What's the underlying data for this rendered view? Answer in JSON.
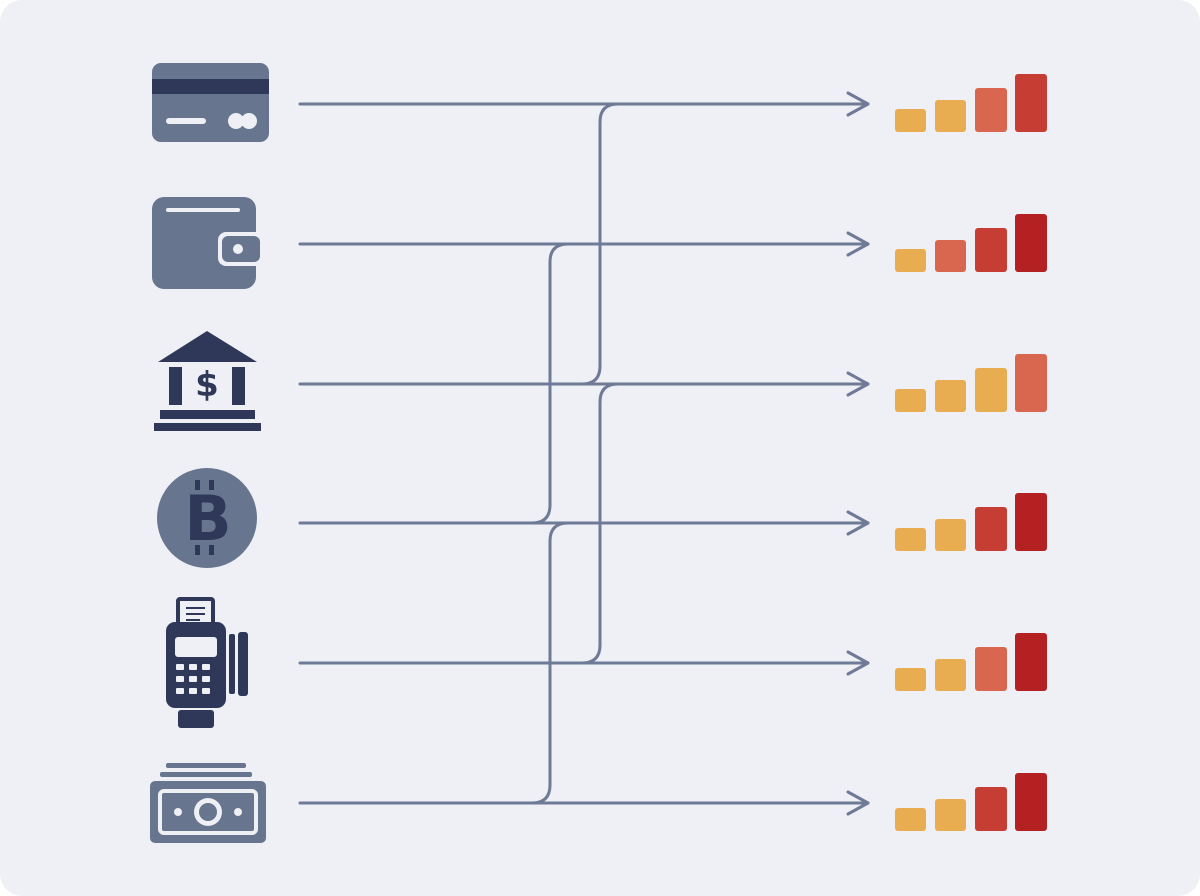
{
  "colors": {
    "panel_background": "#eef0f5",
    "icon_light": "#68758f",
    "icon_dark": "#2f3858",
    "connector": "#6f7a96",
    "risk_levels": [
      "#e8ad51",
      "#d9674f",
      "#c63d33",
      "#b32123"
    ]
  },
  "rows": [
    {
      "icon": "credit-card-icon",
      "bar_colors": [
        "#e8ad51",
        "#e8ad51",
        "#d9674f",
        "#c63d33"
      ]
    },
    {
      "icon": "wallet-icon",
      "bar_colors": [
        "#e8ad51",
        "#d9674f",
        "#c63d33",
        "#b32123"
      ]
    },
    {
      "icon": "bank-icon",
      "bar_colors": [
        "#e8ad51",
        "#e8ad51",
        "#e8ad51",
        "#d9674f"
      ]
    },
    {
      "icon": "bitcoin-icon",
      "bar_colors": [
        "#e8ad51",
        "#e8ad51",
        "#c63d33",
        "#b32123"
      ]
    },
    {
      "icon": "pos-terminal-icon",
      "bar_colors": [
        "#e8ad51",
        "#e8ad51",
        "#d9674f",
        "#b32123"
      ]
    },
    {
      "icon": "cash-icon",
      "bar_colors": [
        "#e8ad51",
        "#e8ad51",
        "#c63d33",
        "#b32123"
      ]
    }
  ],
  "cross_links": [
    {
      "from": 0,
      "to": 2
    },
    {
      "from": 1,
      "to": 3
    },
    {
      "from": 2,
      "to": 4
    },
    {
      "from": 3,
      "to": 5
    }
  ]
}
